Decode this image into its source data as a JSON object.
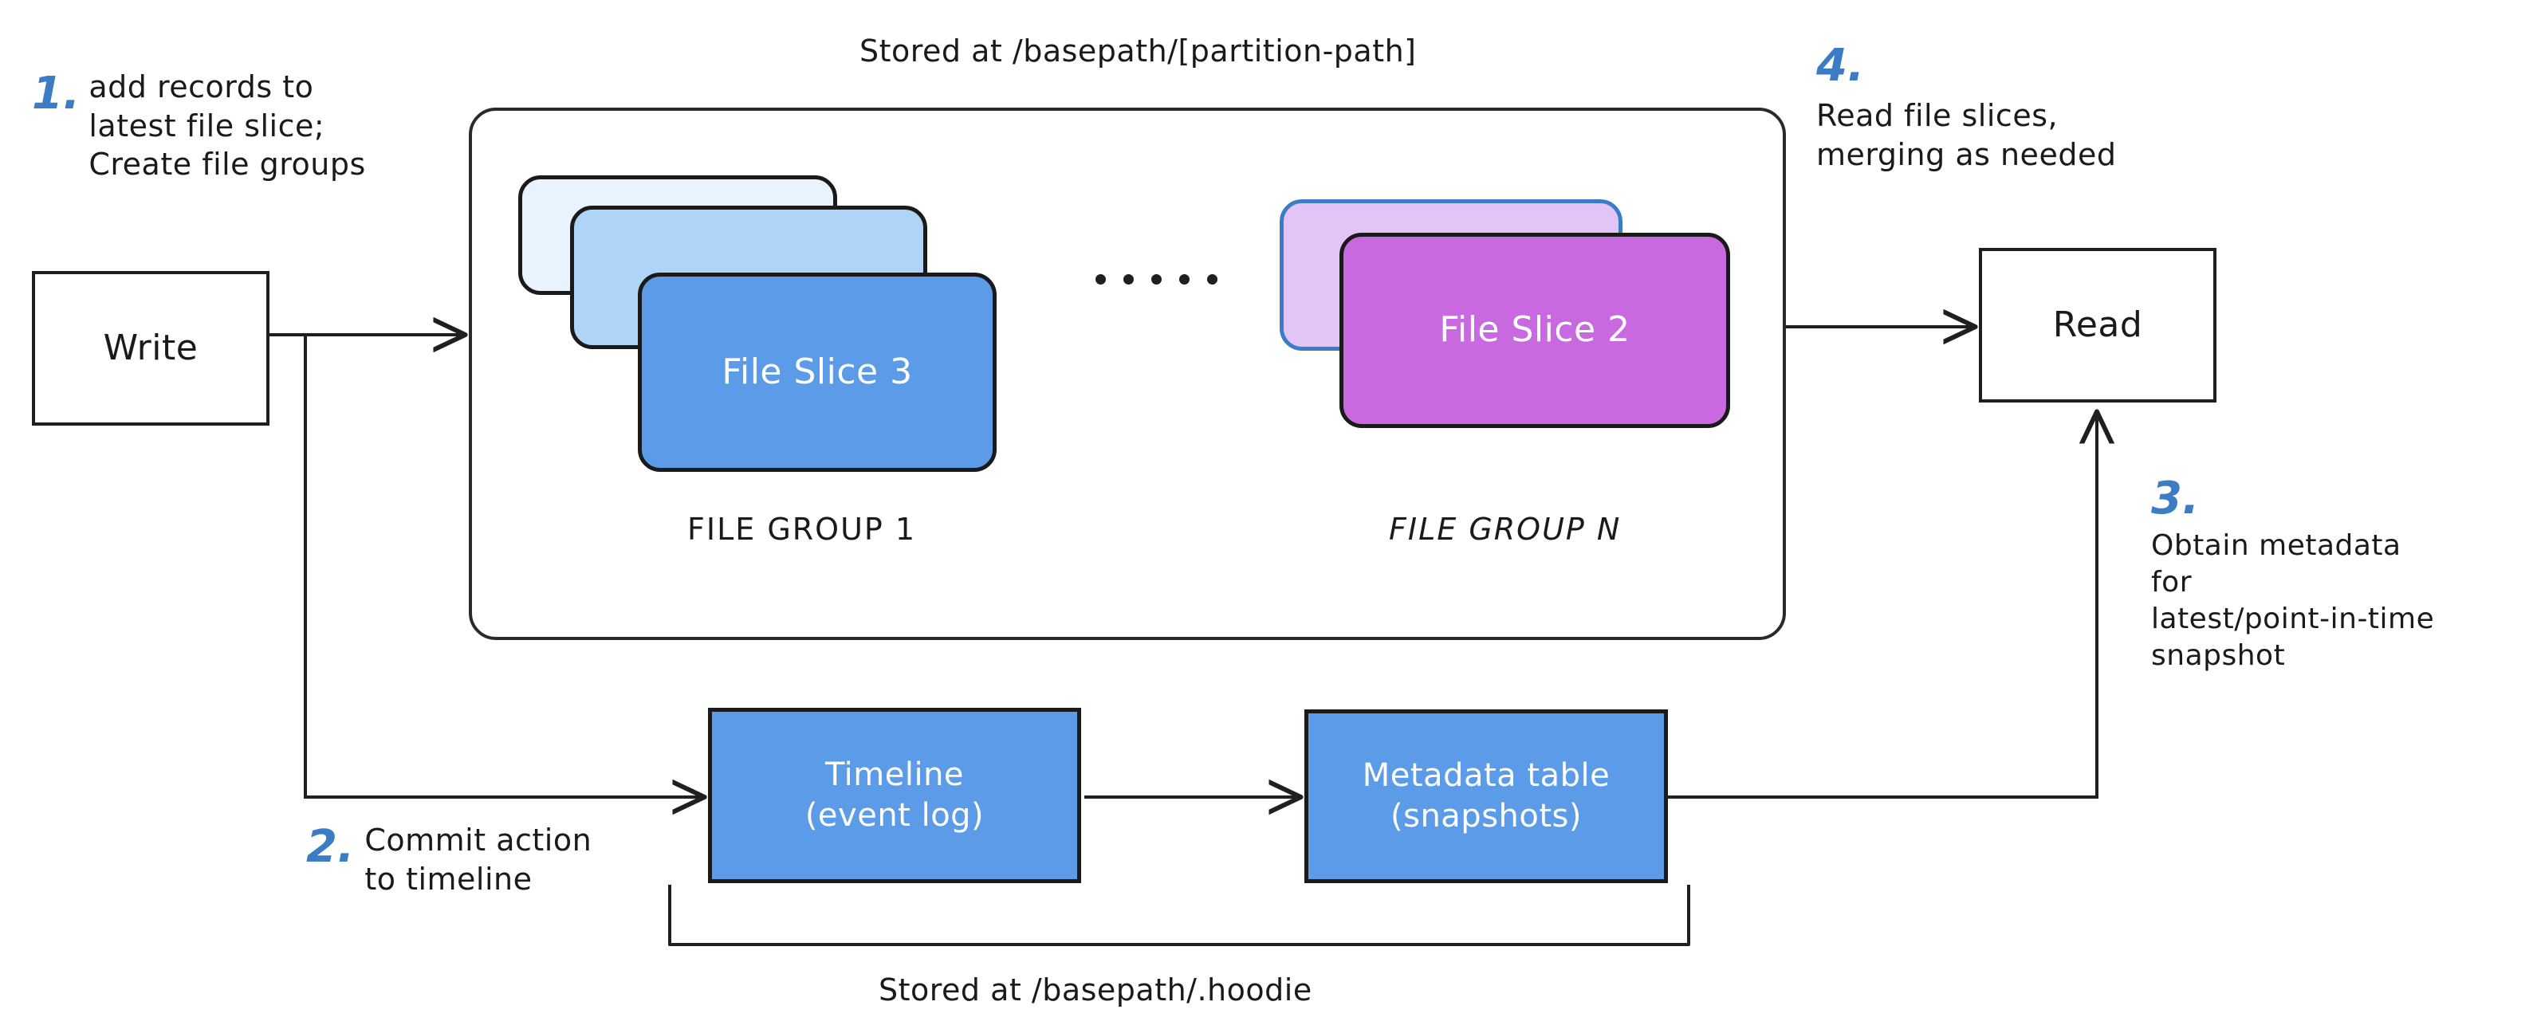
{
  "diagram": {
    "title_top": "Stored at /basepath/[partition-path]",
    "title_bottom": "Stored at /basepath/.hoodie",
    "accent_color": "#3b7cc4",
    "blue_fill": "#5B9BE8",
    "purple_fill": "#C969E0",
    "ink_color": "#1a1a1a"
  },
  "steps": [
    {
      "num": "1.",
      "text": "add records to\nlatest file slice;\nCreate file groups"
    },
    {
      "num": "2.",
      "text": "Commit action\nto timeline"
    },
    {
      "num": "3.",
      "text": "Obtain metadata\nfor\nlatest/point-in-time\nsnapshot"
    },
    {
      "num": "4.",
      "text": "Read file slices,\nmerging as needed"
    }
  ],
  "nodes": {
    "write": {
      "label": "Write"
    },
    "read": {
      "label": "Read"
    },
    "timeline": {
      "line1": "Timeline",
      "line2": "(event log)"
    },
    "metadata": {
      "line1": "Metadata table",
      "line2": "(snapshots)"
    }
  },
  "file_groups": [
    {
      "group_label": "FILE GROUP 1",
      "front_slice_label": "File Slice 3",
      "stack_count": 3,
      "front_color": "#5B9BE8",
      "back_colors": [
        "#E9F3FD",
        "#AED5F8"
      ]
    },
    {
      "group_label": "FILE GROUP N",
      "front_slice_label": "File Slice 2",
      "stack_count": 2,
      "front_color": "#C969E0",
      "back_colors": [
        "#E3C4F6"
      ]
    }
  ],
  "ellipsis": {
    "dot_count": 5
  }
}
